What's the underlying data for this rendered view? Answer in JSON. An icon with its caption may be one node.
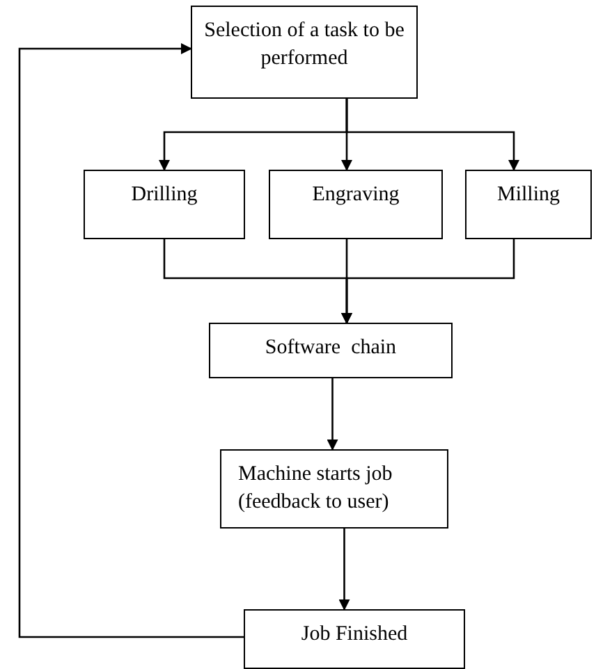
{
  "diagram": {
    "nodes": [
      {
        "text": [
          "Selection of a task to be performed"
        ]
      },
      {
        "text": [
          "Drilling"
        ]
      },
      {
        "text": [
          "Engraving"
        ]
      },
      {
        "text": [
          "Milling"
        ]
      },
      {
        "text": [
          "Software  chain"
        ]
      },
      {
        "text": [
          "Machine starts job (feedback to user)"
        ]
      },
      {
        "text": [
          "Job Finished"
        ]
      }
    ],
    "edges": [
      {
        "from": 0,
        "to": 1,
        "arrow": "to"
      },
      {
        "from": 0,
        "to": 2,
        "arrow": "to"
      },
      {
        "from": 0,
        "to": 3,
        "arrow": "to"
      },
      {
        "from": 1,
        "to": 4,
        "arrow": "to"
      },
      {
        "from": 2,
        "to": 4,
        "arrow": "to"
      },
      {
        "from": 3,
        "to": 4,
        "arrow": "to"
      },
      {
        "from": 4,
        "to": 5,
        "arrow": "to"
      },
      {
        "from": 5,
        "to": 6,
        "arrow": "to"
      },
      {
        "from": 6,
        "to": 0,
        "arrow": "to"
      }
    ]
  }
}
